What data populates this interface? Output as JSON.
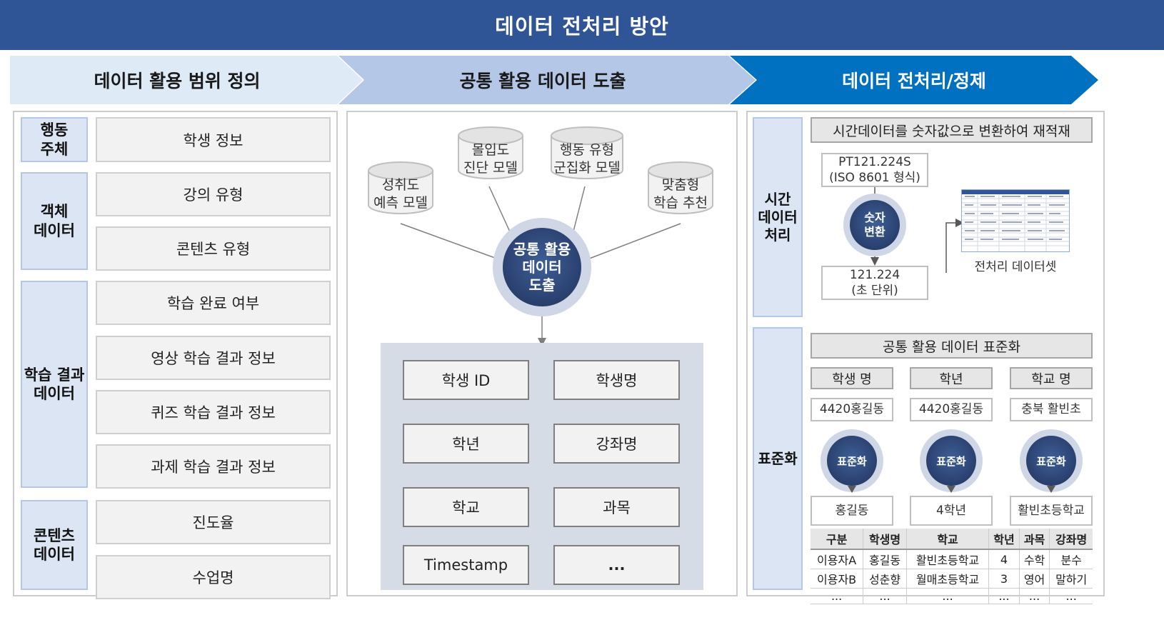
{
  "title": "데이터 전처리 방안",
  "steps": [
    "데이터 활용 범위 정의",
    "공통 활용 데이터 도출",
    "데이터 전처리/정제"
  ],
  "left": {
    "groups": [
      {
        "label": "행동\n주체",
        "items": [
          "학생 정보"
        ]
      },
      {
        "label": "객체\n데이터",
        "items": [
          "강의 유형",
          "콘텐츠 유형"
        ]
      },
      {
        "label": "학습 결과\n데이터",
        "items": [
          "학습 완료 여부",
          "영상 학습 결과 정보",
          "퀴즈 학습 결과 정보",
          "과제 학습 결과 정보"
        ]
      },
      {
        "label": "콘텐츠\n데이터",
        "items": [
          "진도율",
          "수업명"
        ]
      }
    ]
  },
  "middle": {
    "models": [
      {
        "line1": "성취도",
        "line2": "예측 모델"
      },
      {
        "line1": "몰입도",
        "line2": "진단 모델"
      },
      {
        "line1": "행동 유형",
        "line2": "군집화 모델"
      },
      {
        "line1": "맞춤형",
        "line2": "학습 추천"
      }
    ],
    "hub": {
      "line1": "공통 활용",
      "line2": "데이터",
      "line3": "도출"
    },
    "fields": [
      "학생 ID",
      "학생명",
      "학년",
      "강좌명",
      "학교",
      "과목",
      "Timestamp",
      "..."
    ]
  },
  "right": {
    "time": {
      "label": "시간\n데이터\n처리",
      "header": "시간데이터를 숫자값으로 변환하여 재적재",
      "input_line1": "PT121.224S",
      "input_line2": "(ISO 8601 형식)",
      "convert_line1": "숫자",
      "convert_line2": "변환",
      "output_line1": "121.224",
      "output_line2": "(초 단위)",
      "dataset_caption": "전처리 데이터셋"
    },
    "standard": {
      "label": "표준화",
      "header": "공통 활용 데이터 표준화",
      "columns": [
        {
          "name": "학생 명",
          "raw": "4420홍길동",
          "action": "표준화",
          "result": "홍길동"
        },
        {
          "name": "학년",
          "raw": "4420홍길동",
          "action": "표준화",
          "result": "4학년"
        },
        {
          "name": "학교 명",
          "raw": "충북 활빈초",
          "action": "표준화",
          "result": "활빈초등학교"
        }
      ],
      "table": {
        "headers": [
          "구분",
          "학생명",
          "학교",
          "학년",
          "과목",
          "강좌명"
        ],
        "rows": [
          [
            "이용자A",
            "홍길동",
            "활빈초등학교",
            "4",
            "수학",
            "분수"
          ],
          [
            "이용자B",
            "성춘향",
            "월매초등학교",
            "3",
            "영어",
            "말하기"
          ],
          [
            "...",
            "...",
            "...",
            "...",
            "...",
            "..."
          ]
        ]
      }
    }
  },
  "colors": {
    "title_bg": "#2f5597",
    "step1": "#deebf7",
    "step2": "#b4c7e7",
    "step3": "#0070c0",
    "label_bg": "#dbe5f3",
    "hub": "#2c4474"
  }
}
